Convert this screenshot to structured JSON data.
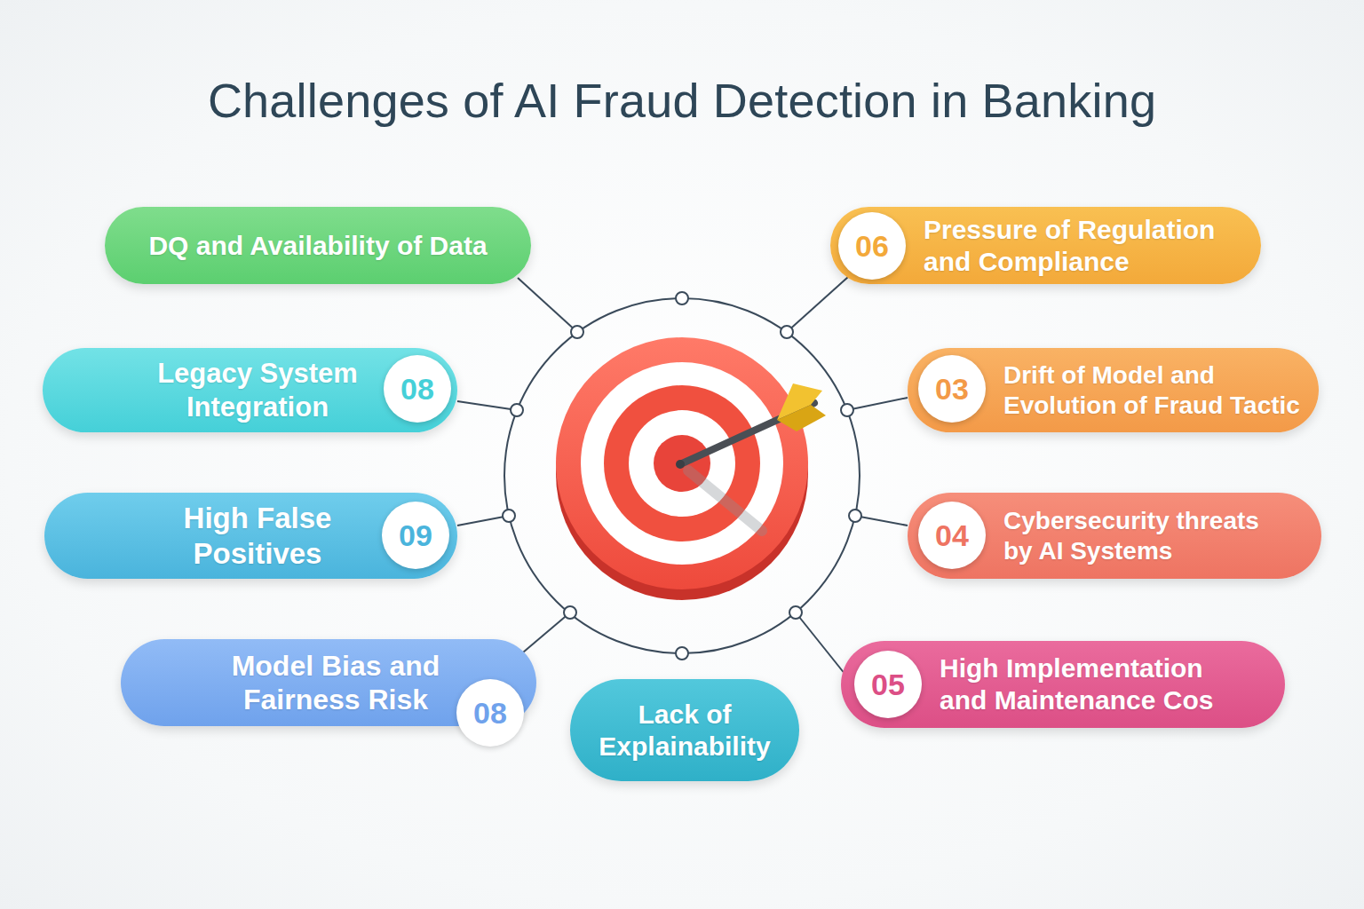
{
  "diagram": {
    "title": "Challenges of AI Fraud Detection in Banking",
    "nodes": [
      {
        "text": [
          "DQ and Availability of Data"
        ]
      },
      {
        "text": [
          "06",
          "Pressure of Regulation and Compliance"
        ]
      },
      {
        "text": [
          "Legacy System Integration",
          "08"
        ]
      },
      {
        "text": [
          "03",
          "Drift of Model and Evolution of Fraud Tactic"
        ]
      },
      {
        "text": [
          "High False Positives",
          "09"
        ]
      },
      {
        "text": [
          "04",
          "Cybersecurity threats by AI Systems"
        ]
      },
      {
        "text": [
          "Model Bias and Fairness Risk",
          "08"
        ]
      },
      {
        "text": [
          "05",
          "High Implementation and Maintenance Cos"
        ]
      },
      {
        "text": [
          "Lack of Explainability"
        ]
      }
    ]
  }
}
